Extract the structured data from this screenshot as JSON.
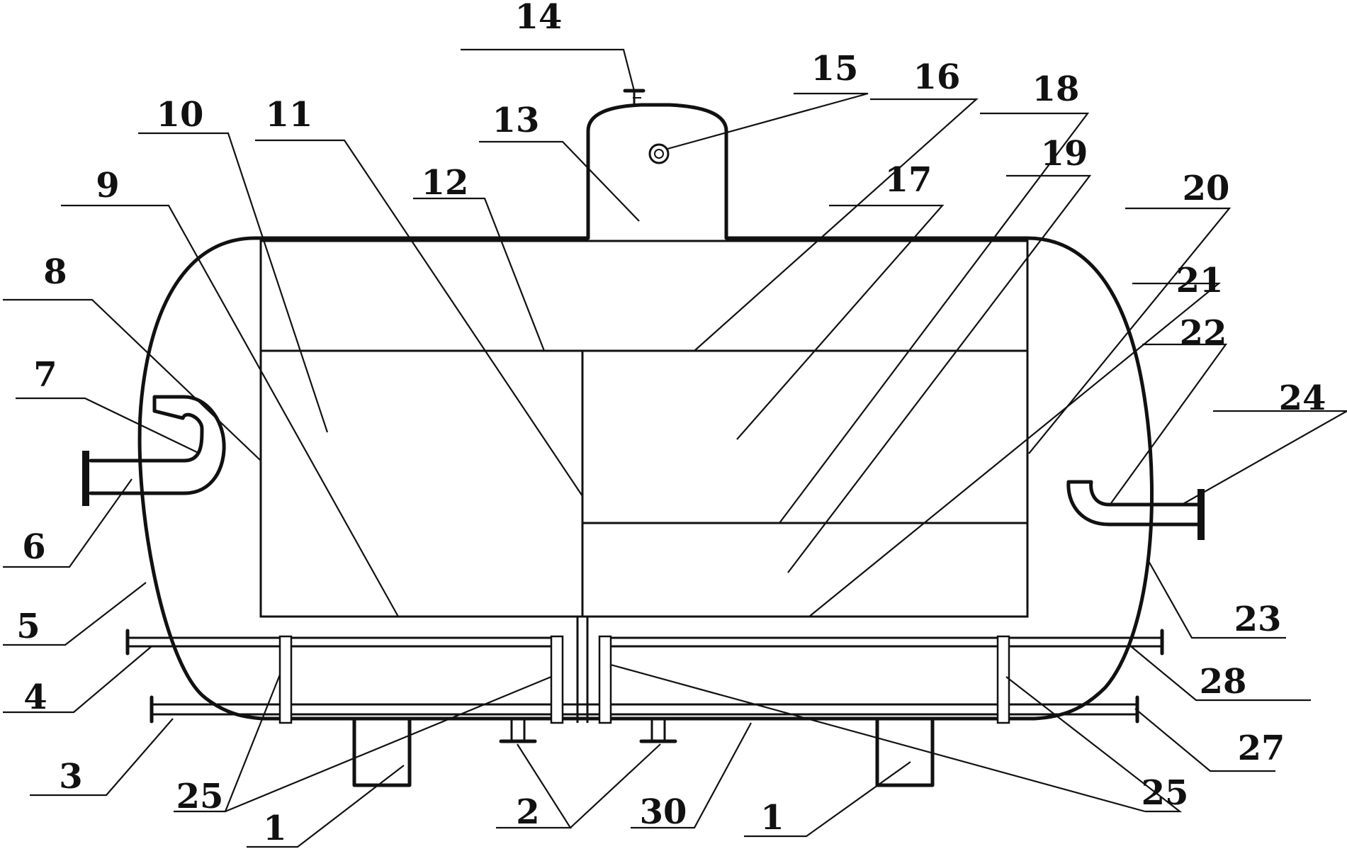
{
  "labels": {
    "l1a": "1",
    "l1b": "1",
    "l2": "2",
    "l3": "3",
    "l4": "4",
    "l5": "5",
    "l6": "6",
    "l7": "7",
    "l8": "8",
    "l9": "9",
    "l10": "10",
    "l11": "11",
    "l12": "12",
    "l13": "13",
    "l14": "14",
    "l15": "15",
    "l16": "16",
    "l17": "17",
    "l18": "18",
    "l19": "19",
    "l20": "20",
    "l21": "21",
    "l22": "22",
    "l23": "23",
    "l24": "24",
    "l25a": "25",
    "l25b": "25",
    "l27": "27",
    "l28": "28",
    "l30": "30"
  },
  "colors": {
    "stroke": "#111111",
    "background": "#ffffff"
  }
}
